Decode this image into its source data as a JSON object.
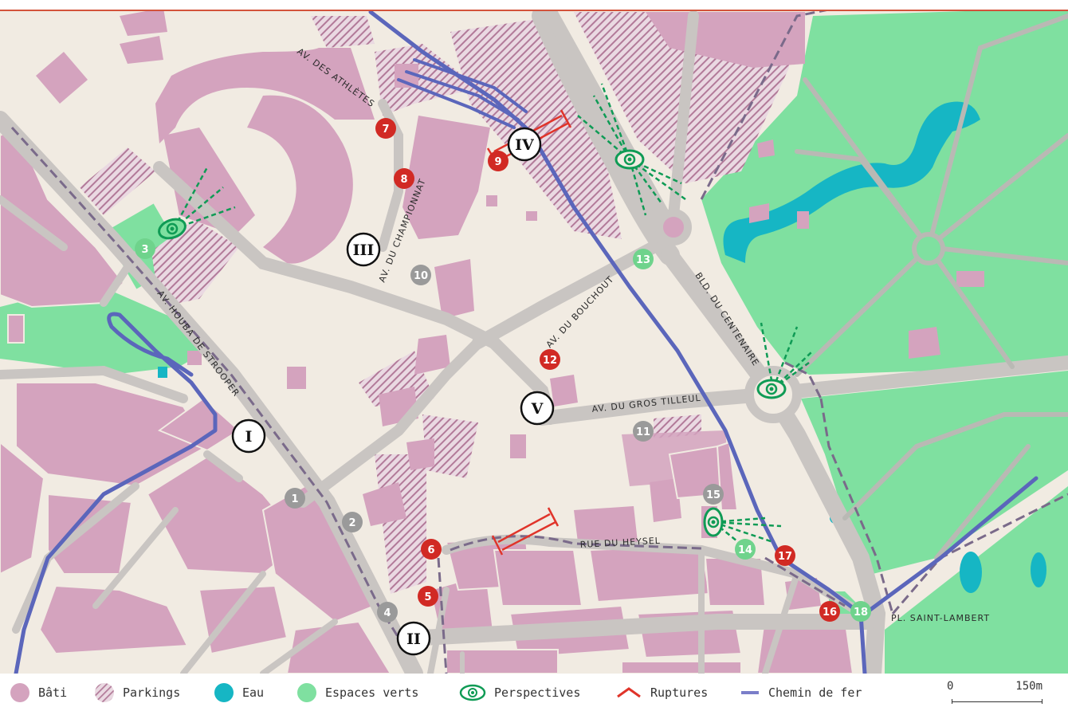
{
  "streets": {
    "athletes": "AV. DES ATHLÈTES",
    "championnat": "AV. DU CHAMPIONNAT",
    "houba": "AV. HOUBA DE STROOPER",
    "bouchout": "AV. DU BOUCHOUT",
    "centenaire": "BLD. DU CENTENAIRE",
    "gros_tilleul": "AV. DU GROS TILLEUL",
    "heysel": "RUE DU HEYSEL",
    "saint_lambert": "PL. SAINT-LAMBERT"
  },
  "markers": {
    "red": [
      "5",
      "6",
      "7",
      "8",
      "9",
      "12",
      "16",
      "17"
    ],
    "green": [
      "3",
      "13",
      "14",
      "18"
    ],
    "grey": [
      "1",
      "2",
      "4",
      "10",
      "11",
      "15"
    ]
  },
  "sites": [
    "I",
    "II",
    "III",
    "IV",
    "V"
  ],
  "legend": {
    "items": [
      {
        "label": "Bâti",
        "icon": "building-swatch"
      },
      {
        "label": "Parkings",
        "icon": "hatched-swatch"
      },
      {
        "label": "Eau",
        "icon": "water-swatch"
      },
      {
        "label": "Espaces verts",
        "icon": "green-swatch"
      },
      {
        "label": "Perspectives",
        "icon": "eye-icon"
      },
      {
        "label": "Ruptures",
        "icon": "rupture-icon"
      },
      {
        "label": "Chemin de fer",
        "icon": "railway-line"
      }
    ],
    "scale": {
      "start": "0",
      "end": "150m"
    }
  },
  "colors": {
    "background": "#f1ebe2",
    "building": "#d4a3be",
    "road": "#c9c5c2",
    "green": "#7fe0a0",
    "water": "#16b6c4",
    "railway": "#5b66bb",
    "marker_red": "#d12a24",
    "marker_green": "#6fd38c",
    "marker_grey": "#9a9a9a",
    "perspective": "#0f9b55",
    "rupture": "#e0342a",
    "boundary": "#7a6a8a",
    "top_border": "#d3533b"
  }
}
